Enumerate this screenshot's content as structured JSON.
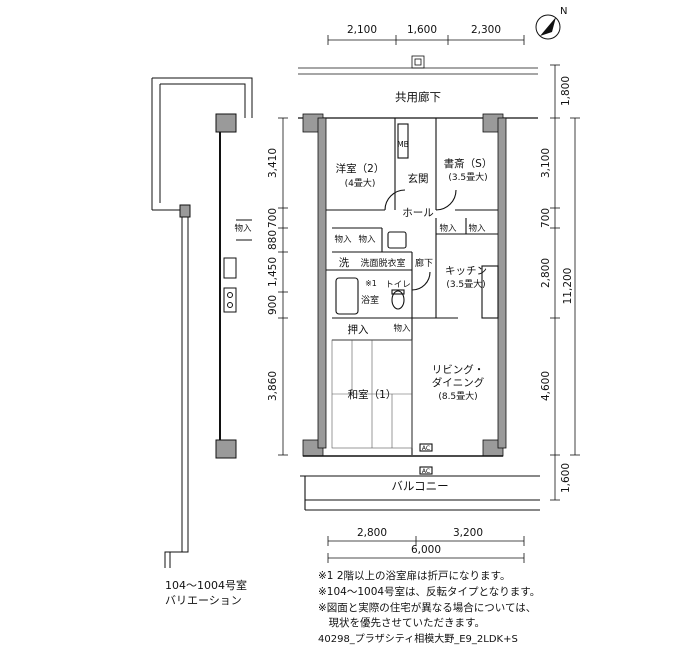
{
  "top_dims": [
    "2,100",
    "1,600",
    "2,300"
  ],
  "bottom_dims": [
    "2,800",
    "3,200",
    "6,000"
  ],
  "left_dims": [
    "3,410",
    "700",
    "880",
    "1,450",
    "900",
    "3,860"
  ],
  "right_dims": [
    "1,800",
    "3,100",
    "700",
    "2,800",
    "4,600",
    "1,600"
  ],
  "right_total": "11,200",
  "compass": "N",
  "corridor": "共用廊下",
  "balcony": "バルコニー",
  "rooms": {
    "western_name": "洋室（2）",
    "western_size": "(4畳大)",
    "study_name": "書斎（S）",
    "study_size": "(3.5畳大)",
    "entrance": "玄関",
    "hall": "ホール",
    "storage": "物入",
    "mb": "MB",
    "wash": "洗",
    "washroom": "洗面脱衣室",
    "hallway": "廊下",
    "note_mark": "※1",
    "bath": "浴室",
    "toilet": "トイレ",
    "oshiire": "押入",
    "kitchen_name": "キッチン",
    "kitchen_size": "(3.5畳大)",
    "living_name1": "リビング・",
    "living_name2": "ダイニング",
    "living_size": "(8.5畳大)",
    "japanese": "和室（1）",
    "ac": "AC"
  },
  "variation": [
    "104～1004号室",
    "バリエーション"
  ],
  "notes": [
    "※1 2階以上の浴室扉は折戸になります。",
    "※104～1004号室は、反転タイプとなります。",
    "※図面と実際の住宅が異なる場合については、",
    "　現状を優先させていただきます。"
  ],
  "code": "40298_プラザシティ相模大野_E9_2LDK+S"
}
